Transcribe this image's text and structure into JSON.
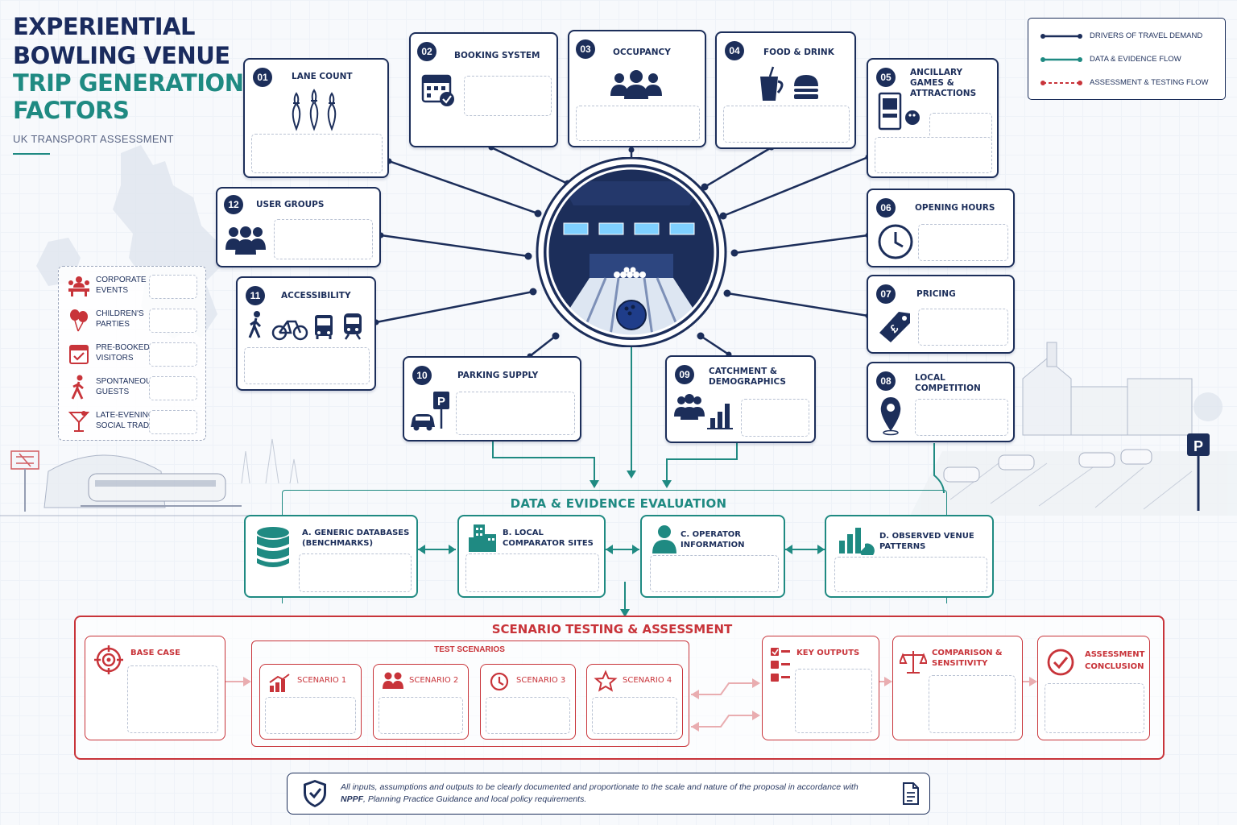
{
  "title": {
    "line1": "EXPERIENTIAL",
    "line2": "BOWLING VENUE",
    "line3": "TRIP GENERATION",
    "line4": "FACTORS",
    "subtitle": "UK TRANSPORT ASSESSMENT"
  },
  "legend": [
    {
      "label": "DRIVERS OF TRAVEL DEMAND",
      "color": "#1c2e5a"
    },
    {
      "label": "DATA & EVIDENCE FLOW",
      "color": "#1f8a82"
    },
    {
      "label": "ASSESSMENT & TESTING FLOW",
      "color": "#c8343a"
    }
  ],
  "factors": {
    "f01": {
      "num": "01",
      "label": "LANE COUNT",
      "icon": "bowling-pins-icon"
    },
    "f02": {
      "num": "02",
      "label": "BOOKING SYSTEM",
      "icon": "calendar-check-icon"
    },
    "f03": {
      "num": "03",
      "label": "OCCUPANCY",
      "icon": "people-group-icon"
    },
    "f04": {
      "num": "04",
      "label": "FOOD & DRINK",
      "icon": "cup-burger-icon"
    },
    "f05": {
      "num": "05",
      "label1": "ANCILLARY",
      "label2": "GAMES &",
      "label3": "ATTRACTIONS",
      "icon": "arcade-machine-icon"
    },
    "f06": {
      "num": "06",
      "label": "OPENING HOURS",
      "icon": "clock-icon"
    },
    "f07": {
      "num": "07",
      "label": "PRICING",
      "icon": "price-tag-icon"
    },
    "f08": {
      "num": "08",
      "label1": "LOCAL",
      "label2": "COMPETITION",
      "icon": "map-pin-icon"
    },
    "f09": {
      "num": "09",
      "label1": "CATCHMENT &",
      "label2": "DEMOGRAPHICS",
      "icon": "demographics-icon"
    },
    "f10": {
      "num": "10",
      "label": "PARKING SUPPLY",
      "icon": "car-parking-icon"
    },
    "f11": {
      "num": "11",
      "label": "ACCESSIBILITY",
      "icon": "transport-modes-icon"
    },
    "f12": {
      "num": "12",
      "label": "USER GROUPS",
      "icon": "users-icon"
    }
  },
  "user_groups": [
    {
      "line1": "CORPORATE",
      "line2": "EVENTS"
    },
    {
      "line1": "CHILDREN'S",
      "line2": "PARTIES"
    },
    {
      "line1": "PRE-BOOKED",
      "line2": "VISITORS"
    },
    {
      "line1": "SPONTANEOUS",
      "line2": "GUESTS"
    },
    {
      "line1": "LATE-EVENING",
      "line2": "SOCIAL TRADE"
    }
  ],
  "evaluation": {
    "title": "DATA & EVIDENCE EVALUATION",
    "a": {
      "line1": "A. GENERIC DATABASES",
      "line2": "(BENCHMARKS)"
    },
    "b": "B. LOCAL COMPARATOR SITES",
    "c": "C. OPERATOR INFORMATION",
    "d": "D. OBSERVED VENUE PATTERNS"
  },
  "scenario": {
    "title": "SCENARIO TESTING & ASSESSMENT",
    "base_case": "BASE CASE",
    "test_title": "TEST SCENARIOS",
    "s1": "SCENARIO 1",
    "s2": "SCENARIO 2",
    "s3": "SCENARIO 3",
    "s4": "SCENARIO 4",
    "key_outputs": "KEY OUTPUTS",
    "comparison1": "COMPARISON &",
    "comparison2": "SENSITIVITY",
    "conclusion1": "ASSESSMENT",
    "conclusion2": "CONCLUSION"
  },
  "footer": {
    "line1": "All inputs, assumptions and outputs to be clearly documented and proportionate to the scale and nature of the proposal in accordance with",
    "bold": "NPPF",
    "line2": ", Planning Practice Guidance and local policy requirements."
  },
  "colors": {
    "navy": "#1c2e5a",
    "teal": "#1f8a82",
    "red": "#c8343a"
  }
}
